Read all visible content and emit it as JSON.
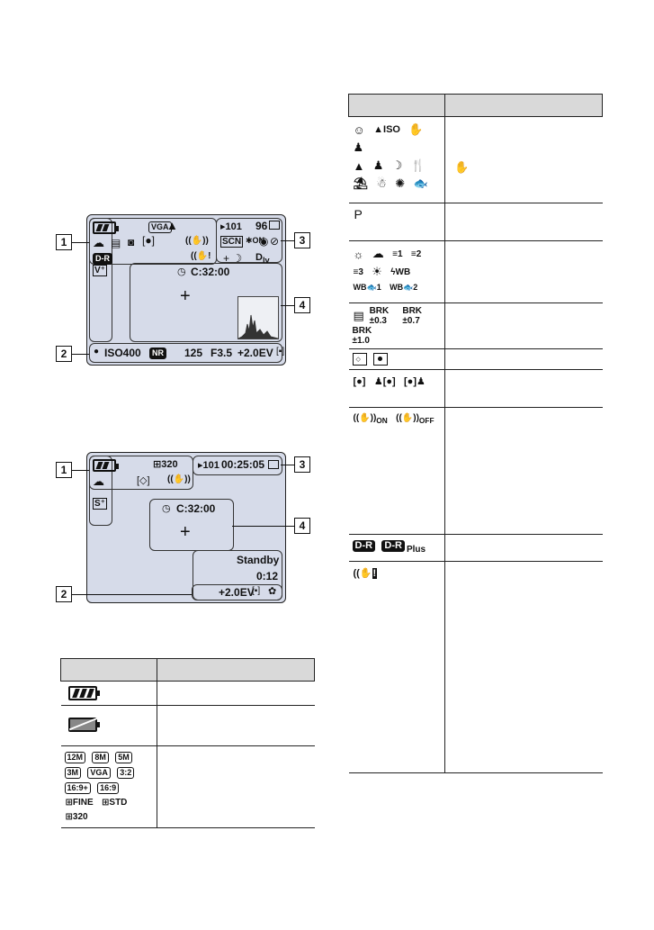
{
  "still_screen": {
    "shots_remaining": "96",
    "iso_indicator": "ISO400",
    "nr_label": "NR",
    "shutter_speed": "125",
    "aperture": "F3.5",
    "exposure": "+2.0EV",
    "timer_text": "C:32:00",
    "folder": "101",
    "image_size": "VGA",
    "scn_label": "SCN",
    "on_label": "ON",
    "dr_label": "D-R",
    "callouts": [
      "1",
      "2",
      "3",
      "4"
    ]
  },
  "movie_screen": {
    "image_size": "320",
    "folder": "101",
    "recording_time": "00:25:05",
    "timer_text": "C:32:00",
    "standby": "Standby",
    "time_left": "0:12",
    "exposure": "+2.0EV",
    "callouts": [
      "1",
      "2",
      "3",
      "4"
    ]
  },
  "left_table": {
    "rows": [
      {
        "icons": "battery-full"
      },
      {
        "icons": "battery-empty"
      },
      {
        "sizes": [
          "12M",
          "8M",
          "5M",
          "3M",
          "VGA",
          "3:2",
          "16:9+",
          "16:9"
        ],
        "movie_sizes": [
          "FINE",
          "STD",
          "320"
        ]
      }
    ]
  },
  "right_table": {
    "rows": [
      {
        "icons": "scene-icons",
        "iso_label": "ISO"
      },
      {
        "mode": "P"
      },
      {
        "wb_icons": "white-balance",
        "wb_labels": [
          "1",
          "2",
          "3",
          "WB",
          "WB",
          "1",
          "WB",
          "2"
        ]
      },
      {
        "brk": [
          "BRK ±0.3",
          "BRK ±0.7",
          "BRK ±1.0"
        ]
      },
      {
        "metering": "metering"
      },
      {
        "face": "face-detection"
      },
      {
        "steady": [
          "ON",
          "OFF"
        ]
      },
      {
        "dr": [
          "D-R",
          "D-R",
          "Plus"
        ]
      },
      {
        "shake": "shake-warning"
      }
    ]
  }
}
